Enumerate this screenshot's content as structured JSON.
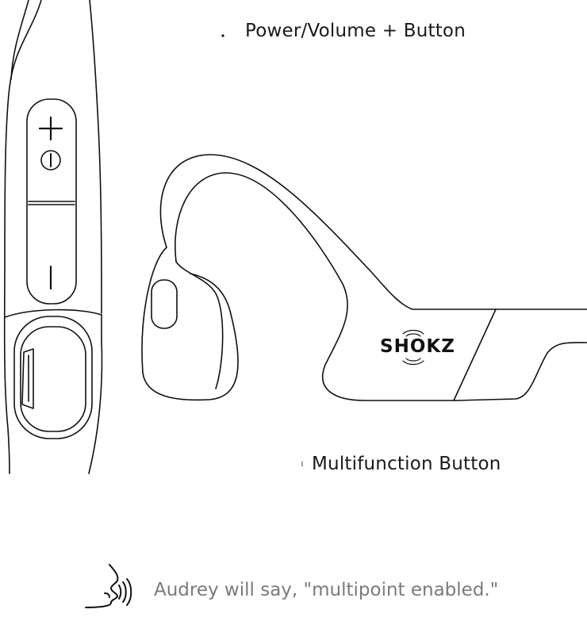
{
  "labels": {
    "power_volume": "Power/Volume + Button",
    "multifunction": "Multifunction Button"
  },
  "brand": {
    "logo_text": "SHOKZ"
  },
  "voice_prompt": {
    "text": "Audrey will say, \"multipoint enabled.\"",
    "icon": "speaking-head-icon"
  },
  "colors": {
    "line": "#111111",
    "caption_text": "#7a7a7a",
    "background": "#ffffff"
  }
}
